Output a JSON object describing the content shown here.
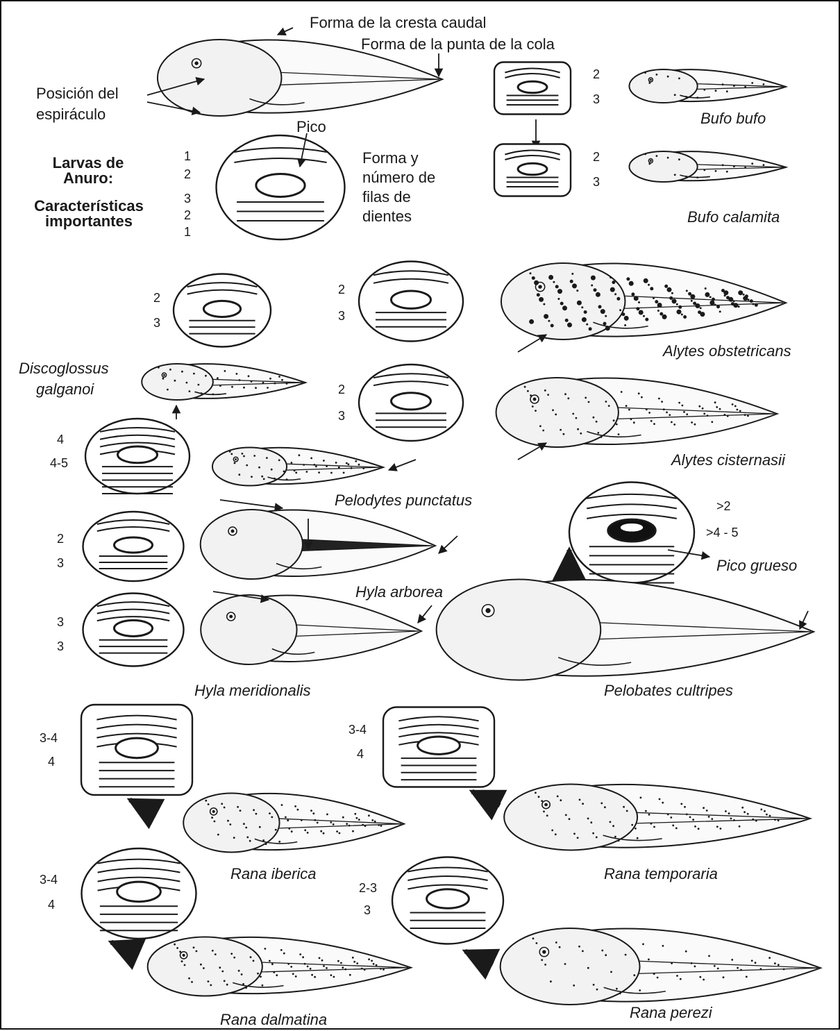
{
  "header": {
    "caudal_crest": "Forma de la cresta caudal",
    "tail_tip": "Forma de la punta de la cola",
    "spiracle": [
      "Posición del",
      "espiráculo"
    ],
    "beak": "Pico",
    "teeth": [
      "Forma y",
      "número de",
      "filas de",
      "dientes"
    ],
    "title": [
      "Larvas de",
      "Anuro:",
      "Características",
      "importantes"
    ],
    "teeth_row_numbers": [
      "1",
      "2",
      "3",
      "2",
      "1"
    ]
  },
  "species": {
    "bufo_bufo": {
      "name": "Bufo bufo",
      "upper": "2",
      "lower": "3"
    },
    "bufo_calamita": {
      "name": "Bufo calamita",
      "upper": "2",
      "lower": "3"
    },
    "discoglossus": {
      "name": [
        "Discoglossus",
        "galganoi"
      ],
      "upper": "2",
      "lower": "3"
    },
    "alytes_obstetricans": {
      "name": "Alytes obstetricans",
      "upper": "2",
      "lower": "3"
    },
    "alytes_cisternasii": {
      "name": "Alytes cisternasii",
      "upper": "2",
      "lower": "3"
    },
    "pelodytes": {
      "name": "Pelodytes punctatus",
      "upper": "4",
      "lower": "4-5"
    },
    "hyla_arborea": {
      "name": "Hyla arborea",
      "upper": "2",
      "lower": "3"
    },
    "hyla_meridionalis": {
      "name": "Hyla meridionalis",
      "upper": "3",
      "lower": "3"
    },
    "pelobates": {
      "name": "Pelobates cultripes",
      "upper": ">2",
      "lower": ">4 - 5",
      "note": "Pico grueso"
    },
    "rana_iberica": {
      "name": "Rana iberica",
      "upper": "3-4",
      "lower": "4"
    },
    "rana_temporaria": {
      "name": "Rana temporaria",
      "upper": "3-4",
      "lower": "4"
    },
    "rana_dalmatina": {
      "name": "Rana dalmatina",
      "upper": "3-4",
      "lower": "4"
    },
    "rana_perezi": {
      "name": "Rana perezi",
      "upper": "2-3",
      "lower": "3"
    }
  },
  "colors": {
    "ink": "#1a1a1a",
    "paper": "#ffffff",
    "body_fill": "#f2f2f2",
    "tail_fill": "#fafafa"
  }
}
